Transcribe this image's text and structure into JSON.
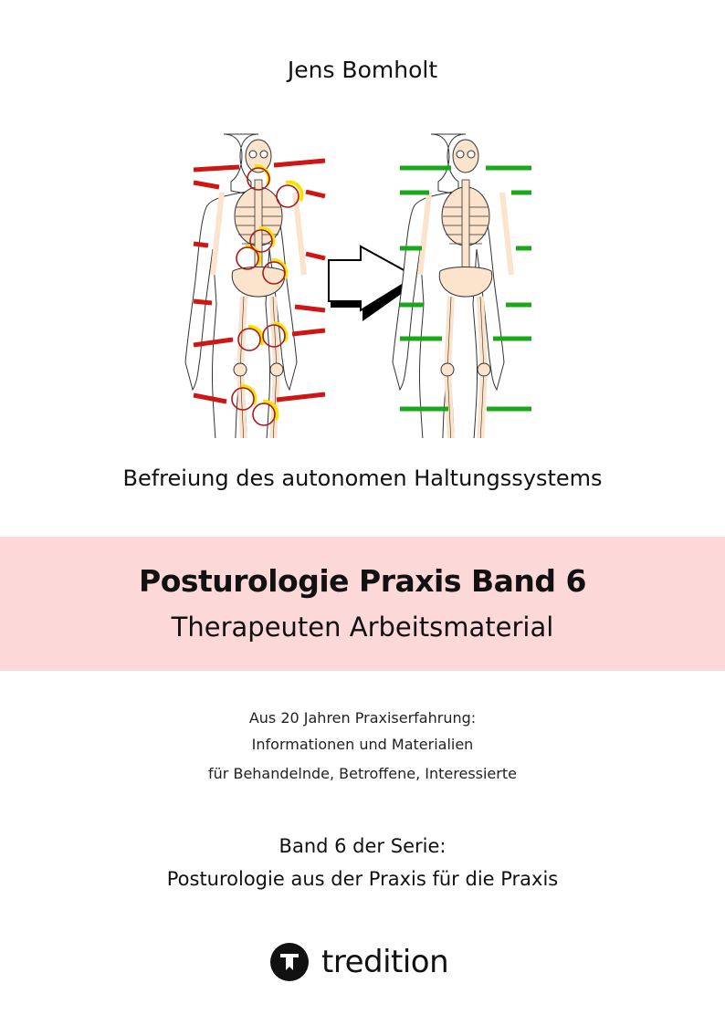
{
  "author": "Jens Bomholt",
  "subtitle": "Befreiung des autonomen Haltungssystems",
  "title": "Posturologie Praxis Band 6",
  "title_line2": "Therapeuten Arbeitsmaterial",
  "blurb": [
    "Aus 20 Jahren Praxiserfahrung:",
    "Informationen und Materialien",
    "für Behandelnde, Betroffene, Interessierte"
  ],
  "series": [
    "Band 6 der Serie:",
    "Posturologie aus der Praxis für die Praxis"
  ],
  "publisher": {
    "name": "tredition",
    "icon": "tredition-logo-icon"
  },
  "colors": {
    "band": "#fdd8d8",
    "misaligned": "#d01515",
    "aligned": "#1aa81a",
    "highlight": "#f5e400",
    "bone": "#fbe3cc"
  }
}
